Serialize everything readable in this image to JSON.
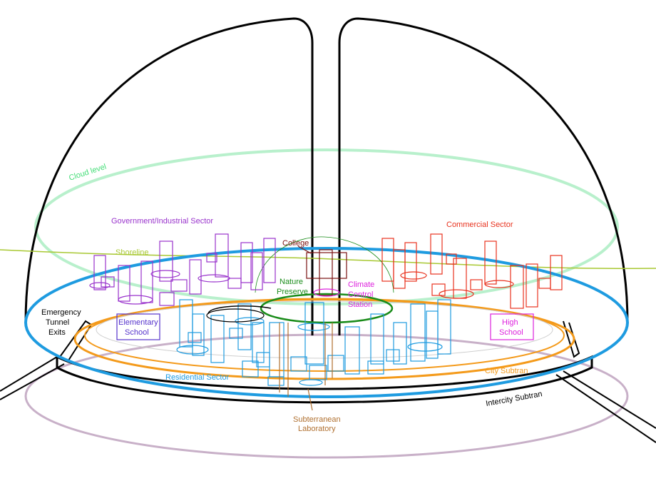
{
  "labels": {
    "cloud_level": "Cloud level",
    "government_sector": "Government/Industrial Sector",
    "commercial_sector": "Commercial Sector",
    "shoreline": "Shoreline",
    "college": "College",
    "nature_preserve_1": "Nature",
    "nature_preserve_2": "Preserve",
    "climate_1": "Climate",
    "climate_2": "Control",
    "climate_3": "Station",
    "emergency_1": "Emergency",
    "emergency_2": "Tunnel",
    "emergency_3": "Exits",
    "elementary_1": "Elementary",
    "elementary_2": "School",
    "high_school_1": "High",
    "high_school_2": "School",
    "residential_sector": "Residential Sector",
    "city_subtran": "City Subtran",
    "intercity_subtran": "Intercity Subtran",
    "lab_1": "Subterranean",
    "lab_2": "Laboratory"
  },
  "colors": {
    "dome": "#000000",
    "cloud": "#b8f0cc",
    "cloud_text": "#44dd77",
    "government": "#9933cc",
    "commercial": "#e8321e",
    "shoreline": "#a8c832",
    "college": "#7a1010",
    "nature": "#1a8c1a",
    "climate": "#dd22dd",
    "residential": "#1e9be0",
    "elementary": "#5533cc",
    "city_subtran": "#f49a1a",
    "intercity": "#c8b0c8",
    "lab": "#b07030"
  }
}
